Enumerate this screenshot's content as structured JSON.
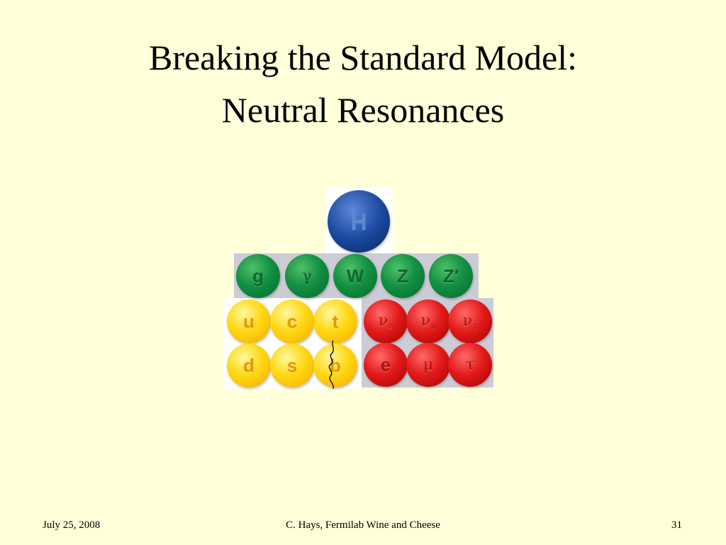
{
  "slide": {
    "title_line1": "Breaking the Standard Model:",
    "title_line2": "Neutral Resonances"
  },
  "particles": {
    "higgs": "H",
    "bosons": [
      "g",
      "γ",
      "W",
      "Z",
      "Z′"
    ],
    "quarks_row1": [
      "u",
      "c",
      "t"
    ],
    "quarks_row2": [
      "d",
      "s",
      "b"
    ],
    "leptons_row1": [
      {
        "symbol": "ν",
        "sub": "e"
      },
      {
        "symbol": "ν",
        "sub": "μ"
      },
      {
        "symbol": "ν",
        "sub": "τ"
      }
    ],
    "leptons_row2": [
      "e",
      "μ",
      "τ"
    ]
  },
  "colors": {
    "background": "#ffffd9",
    "boson": "#139043",
    "quark": "#ffd812",
    "lepton": "#e31b1b",
    "higgs": "#1b4aa0"
  },
  "footer": {
    "date": "July 25, 2008",
    "presenter": "C. Hays, Fermilab Wine and Cheese",
    "page": "31"
  }
}
